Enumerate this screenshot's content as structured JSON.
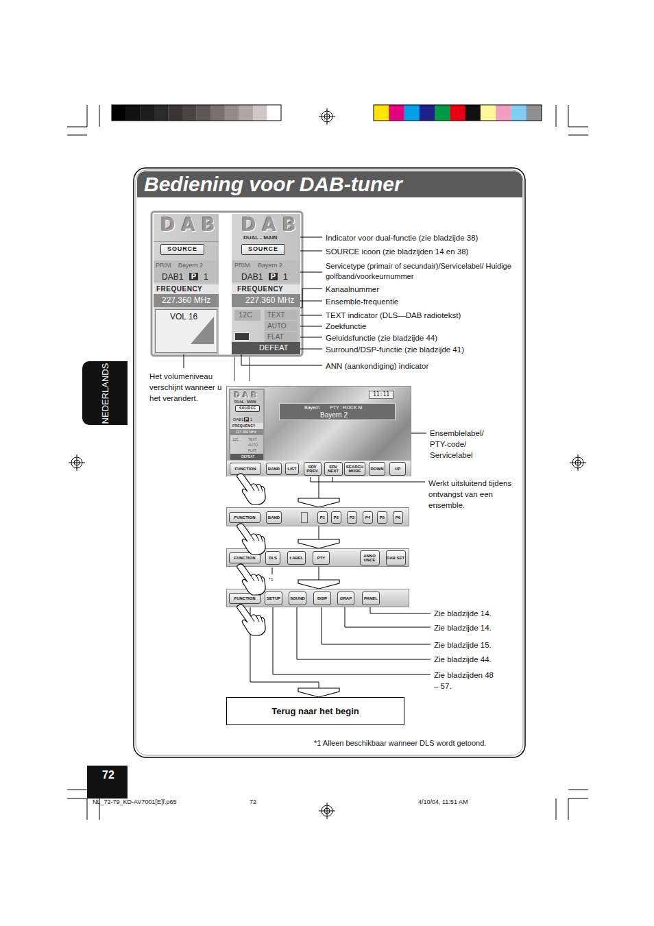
{
  "diagram": {
    "title": "Bediening voor DAB-tuner",
    "nodes": [
      {
        "text": [
          "NEDERLANDS"
        ]
      },
      {
        "text": [
          "72"
        ]
      },
      {
        "text": [
          "D A B",
          "SOURCE",
          "PRIM",
          "Bayern 2",
          "DAB1",
          "P",
          "1",
          "FREQUENCY",
          "227.360 MHz",
          "VOL 16"
        ]
      },
      {
        "text": [
          "D A B",
          "DUAL - MAIN",
          "SOURCE",
          "PRIM",
          "Bayern 2",
          "DAB1",
          "P",
          "1",
          "FREQUENCY",
          "227.360 MHz",
          "12C",
          "TEXT",
          "AUTO",
          "FLAT",
          "DEFEAT"
        ]
      },
      {
        "text": [
          "11:11",
          "Bayern",
          "PTY : ROCK M",
          "Bayern 2"
        ]
      },
      {
        "text": [
          "D A B",
          "DUAL - MAIN",
          "SOURCE",
          "DAB1",
          "P",
          "1",
          "FREQUENCY",
          "227.360 MHz",
          "12C",
          "TEXT",
          "AUTO",
          "FLAT",
          "DEFEAT"
        ],
        "in": 4
      },
      {
        "text": [
          "FUNCTION"
        ],
        "in": 4
      },
      {
        "text": [
          "BAND"
        ],
        "in": 4
      },
      {
        "text": [
          "LIST"
        ],
        "in": 4
      },
      {
        "text": [
          "SRV PREV"
        ],
        "in": 4
      },
      {
        "text": [
          "SRV NEXT"
        ],
        "in": 4
      },
      {
        "text": [
          "SEARCH MODE"
        ],
        "in": 4
      },
      {
        "text": [
          "DOWN"
        ],
        "in": 4
      },
      {
        "text": [
          "UP"
        ],
        "in": 4
      },
      {
        "text": []
      },
      {
        "text": [
          "FUNCTION"
        ],
        "in": 14
      },
      {
        "text": [
          "BAND"
        ],
        "in": 14
      },
      {
        "text": [
          "P1"
        ],
        "in": 14
      },
      {
        "text": [
          "P2"
        ],
        "in": 14
      },
      {
        "text": [
          "P3"
        ],
        "in": 14
      },
      {
        "text": [
          "P4"
        ],
        "in": 14
      },
      {
        "text": [
          "P5"
        ],
        "in": 14
      },
      {
        "text": [
          "P6"
        ],
        "in": 14
      },
      {
        "text": []
      },
      {
        "text": [
          "FUNCTION"
        ],
        "in": 23
      },
      {
        "text": [
          "DLS"
        ],
        "in": 23
      },
      {
        "text": [
          "LABEL"
        ],
        "in": 23
      },
      {
        "text": [
          "PTY"
        ],
        "in": 23
      },
      {
        "text": [
          "ANNO UNCE"
        ],
        "in": 23
      },
      {
        "text": [
          "DAB SET"
        ],
        "in": 23
      },
      {
        "text": []
      },
      {
        "text": [
          "FUNCTION"
        ],
        "in": 30
      },
      {
        "text": [
          "SETUP"
        ],
        "in": 30
      },
      {
        "text": [
          "SOUND"
        ],
        "in": 30
      },
      {
        "text": [
          "DISP"
        ],
        "in": 30
      },
      {
        "text": [
          "GRAP"
        ],
        "in": 30
      },
      {
        "text": [
          "PANEL"
        ],
        "in": 30
      },
      {
        "text": [
          "Terug naar het begin"
        ]
      }
    ],
    "edges": [
      {
        "from": 4,
        "to": 14,
        "arrow": "to"
      },
      {
        "from": 14,
        "to": 23,
        "arrow": "to"
      },
      {
        "from": 23,
        "to": 30,
        "arrow": "to"
      },
      {
        "from": 30,
        "to": 37,
        "arrow": "to"
      }
    ],
    "labels": [
      "Indicator voor dual-functie (zie bladzijde 38)",
      "SOURCE icoon (zie bladzijden 14 en 38)",
      "Servicetype (primair of secundair)/Servicelabel/ Huidige golfband/voorkeurnummer",
      "Kanaalnummer",
      "Ensemble-frequentie",
      "TEXT indicator (DLS—DAB radiotekst)",
      "Zoekfunctie",
      "Geluidsfunctie (zie bladzijde 44)",
      "Surround/DSP-functie (zie bladzijde 41)",
      "ANN (aankondiging) indicator",
      "Het volumeniveau verschijnt wanneer u het verandert.",
      "Ensemblelabel/ PTY-code/ Servicelabel",
      "Werkt uitsluitend tijdens ontvangst van een ensemble.",
      "*1",
      "Zie bladzijde 14.",
      "Zie bladzijde 14.",
      "Zie bladzijde 15.",
      "Zie bladzijde 44.",
      "Zie bladzijden 48 – 57.",
      "*1 Alleen beschikbaar wanneer DLS wordt getoond.",
      "NL_72-79_KD-AV7001[E]f.p65",
      "72",
      "4/10/04, 11:51 AM"
    ]
  }
}
